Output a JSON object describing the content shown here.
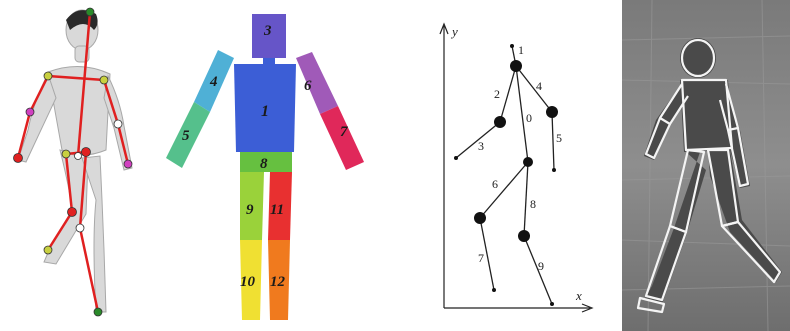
{
  "figure": {
    "panels": [
      "skeleton-3d-model",
      "segmented-body-model",
      "stick-figure-model",
      "photo-contour-model"
    ]
  },
  "segment_model": {
    "labels": [
      "3",
      "4",
      "6",
      "1",
      "5",
      "7",
      "8",
      "9",
      "11",
      "10",
      "12"
    ],
    "colors": {
      "head": "#6655c8",
      "torso": "#3c5ed6",
      "left_upper_arm": "#4fb0d6",
      "left_forearm": "#55c08c",
      "right_upper_arm": "#a05ab8",
      "right_forearm": "#e0285a",
      "pelvis": "#66c040",
      "left_thigh": "#9ad23a",
      "right_thigh": "#e83030",
      "left_shin": "#f0e032",
      "right_shin": "#f07a1e"
    }
  },
  "stick_model": {
    "axis_y": "y",
    "axis_x": "x",
    "labels": [
      "1",
      "2",
      "4",
      "0",
      "3",
      "5",
      "6",
      "8",
      "7",
      "9"
    ]
  },
  "skeleton_model": {
    "bone_color": "#e02020",
    "joint_colors": [
      "#2a8a2a",
      "#c8d040",
      "#e02020",
      "#d040c0",
      "#ffffff"
    ]
  }
}
